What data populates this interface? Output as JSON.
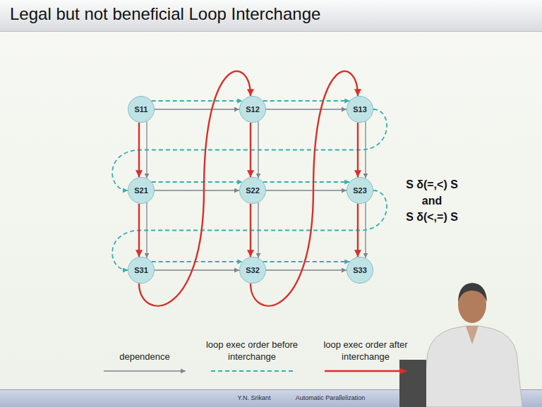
{
  "diagram": {
    "title": "Legal but not beneficial Loop Interchange",
    "nodes": [
      {
        "text": [
          "S11"
        ]
      },
      {
        "text": [
          "S12"
        ]
      },
      {
        "text": [
          "S13"
        ]
      },
      {
        "text": [
          "S21"
        ]
      },
      {
        "text": [
          "S22"
        ]
      },
      {
        "text": [
          "S23"
        ]
      },
      {
        "text": [
          "S31"
        ]
      },
      {
        "text": [
          "S32"
        ]
      },
      {
        "text": [
          "S33"
        ]
      }
    ],
    "edges": [
      {
        "from": 0,
        "to": 1,
        "arrow": "to"
      },
      {
        "from": 1,
        "to": 2,
        "arrow": "to"
      },
      {
        "from": 3,
        "to": 4,
        "arrow": "to"
      },
      {
        "from": 4,
        "to": 5,
        "arrow": "to"
      },
      {
        "from": 6,
        "to": 7,
        "arrow": "to"
      },
      {
        "from": 7,
        "to": 8,
        "arrow": "to"
      },
      {
        "from": 0,
        "to": 3,
        "arrow": "to"
      },
      {
        "from": 3,
        "to": 6,
        "arrow": "to"
      },
      {
        "from": 1,
        "to": 4,
        "arrow": "to"
      },
      {
        "from": 4,
        "to": 7,
        "arrow": "to"
      },
      {
        "from": 2,
        "to": 5,
        "arrow": "to"
      },
      {
        "from": 5,
        "to": 8,
        "arrow": "to"
      },
      {
        "from": 0,
        "to": 1,
        "arrow": "to"
      },
      {
        "from": 1,
        "to": 2,
        "arrow": "to"
      },
      {
        "from": 2,
        "to": 3,
        "arrow": "to"
      },
      {
        "from": 3,
        "to": 4,
        "arrow": "to"
      },
      {
        "from": 4,
        "to": 5,
        "arrow": "to"
      },
      {
        "from": 5,
        "to": 6,
        "arrow": "to"
      },
      {
        "from": 6,
        "to": 7,
        "arrow": "to"
      },
      {
        "from": 7,
        "to": 8,
        "arrow": "to"
      },
      {
        "from": 0,
        "to": 3,
        "arrow": "to"
      },
      {
        "from": 3,
        "to": 6,
        "arrow": "to"
      },
      {
        "from": 6,
        "to": 1,
        "arrow": "to"
      },
      {
        "from": 1,
        "to": 4,
        "arrow": "to"
      },
      {
        "from": 4,
        "to": 7,
        "arrow": "to"
      },
      {
        "from": 7,
        "to": 2,
        "arrow": "to"
      },
      {
        "from": 2,
        "to": 5,
        "arrow": "to"
      },
      {
        "from": 5,
        "to": 8,
        "arrow": "to"
      }
    ],
    "labels": [
      "S δ(=,<) S",
      "and",
      "S δ(<,=) S",
      "Y.N. Srikant",
      "Automatic Parallelization"
    ],
    "legend": [
      {
        "text": "dependence"
      },
      {
        "text": "loop exec order before interchange"
      },
      {
        "text": "loop exec order after interchange"
      }
    ]
  }
}
